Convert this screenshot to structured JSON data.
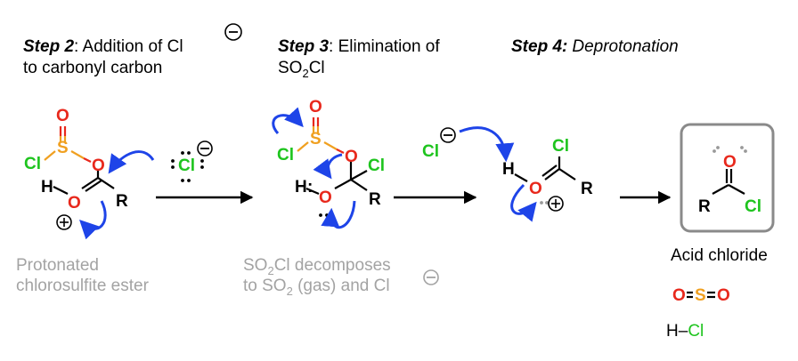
{
  "steps": {
    "step2": {
      "label": "Step 2",
      "text_line1": ": Addition of Cl",
      "text_line2": "to carbonyl carbon"
    },
    "step3": {
      "label": "Step 3",
      "text_line1": ": Elimination of",
      "text_line2": "SO",
      "text_line2_sub": "2",
      "text_line2_end": "Cl"
    },
    "step4": {
      "label": "Step 4:",
      "text_line1": "Deprotonation"
    }
  },
  "atoms": {
    "O": "O",
    "S": "S",
    "Cl": "Cl",
    "H": "H",
    "R": "R",
    "plus": "+",
    "minus": "−",
    "lone": ":"
  },
  "captions": {
    "protonated_line1": "Protonated",
    "protonated_line2": "chlorosulfite ester",
    "decomp_line1_a": "SO",
    "decomp_line1_sub": "2",
    "decomp_line1_b": "Cl decomposes",
    "decomp_line2_a": "to SO",
    "decomp_line2_sub": "2",
    "decomp_line2_b": " (gas) and Cl",
    "acid_chloride": "Acid chloride",
    "hcl_h": "H",
    "hcl_dash": "–",
    "hcl_cl": "Cl"
  },
  "colors": {
    "oxygen": "#e8281c",
    "chlorine": "#1ec41e",
    "sulfur": "#f0a020",
    "curved_arrow": "#1e44e8",
    "caption_grey": "#a3a3a3",
    "box_border": "#8a8a8a"
  },
  "icons": {
    "curved_arrow": "curved-electron-arrow-icon",
    "reaction_arrow": "reaction-arrow-icon",
    "negative_charge": "minus-circle-icon",
    "positive_charge": "plus-circle-icon"
  }
}
